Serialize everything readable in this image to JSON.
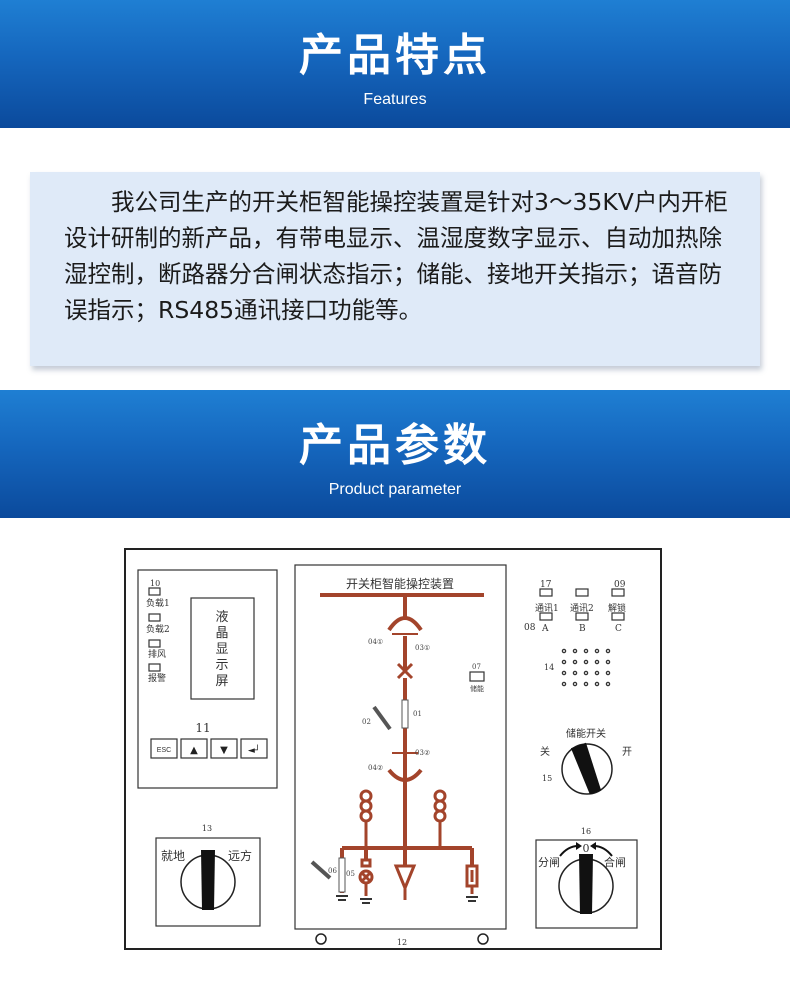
{
  "features": {
    "title": "产品特点",
    "subtitle": "Features",
    "text": "我公司生产的开关柜智能操控装置是针对3～35KV户内开柜设计研制的新产品，有带电显示、温湿度数字显示、自动加热除湿控制，断路器分合闸状态指示；储能、接地开关指示；语音防误指示；RS485通讯接口功能等。"
  },
  "parameters": {
    "title": "产品参数",
    "subtitle": "Product parameter"
  },
  "panel": {
    "left_indicators": {
      "num": "10",
      "load1": "负载1",
      "load2": "负载2",
      "fan": "排风",
      "alarm": "报警"
    },
    "lcd_label": [
      "液",
      "晶",
      "显",
      "示",
      "屏"
    ],
    "keypad": {
      "num": "11",
      "esc": "ESC",
      "up": "▲",
      "down": "▼",
      "enter": "◄┘"
    },
    "mimic": {
      "title": "开关柜智能操控装置",
      "labels": {
        "l04a": "04①",
        "l03a": "03①",
        "l02": "02",
        "l01": "01",
        "l04b": "04②",
        "l03b": "03②",
        "l06": "06",
        "l05": "05",
        "l07": "07",
        "storage": "储能"
      }
    },
    "status": {
      "n17": "17",
      "n09": "09",
      "comm1": "通讯1",
      "comm2": "通讯2",
      "unlock": "解锁",
      "n08": "08",
      "a": "A",
      "b": "B",
      "c": "C"
    },
    "speaker_num": "14",
    "storage_switch": {
      "label": "储能开关",
      "off": "关",
      "on": "开",
      "num": "15"
    },
    "local_remote": {
      "num": "13",
      "local": "就地",
      "remote": "远方"
    },
    "open_close": {
      "num": "16",
      "zero": "0",
      "open": "分闸",
      "close": "合闸"
    },
    "bottom_num": "12"
  },
  "colors": {
    "banner": "#1566bd",
    "intro_bg": "#dfeaf8",
    "mimic_line": "#a3442b"
  }
}
